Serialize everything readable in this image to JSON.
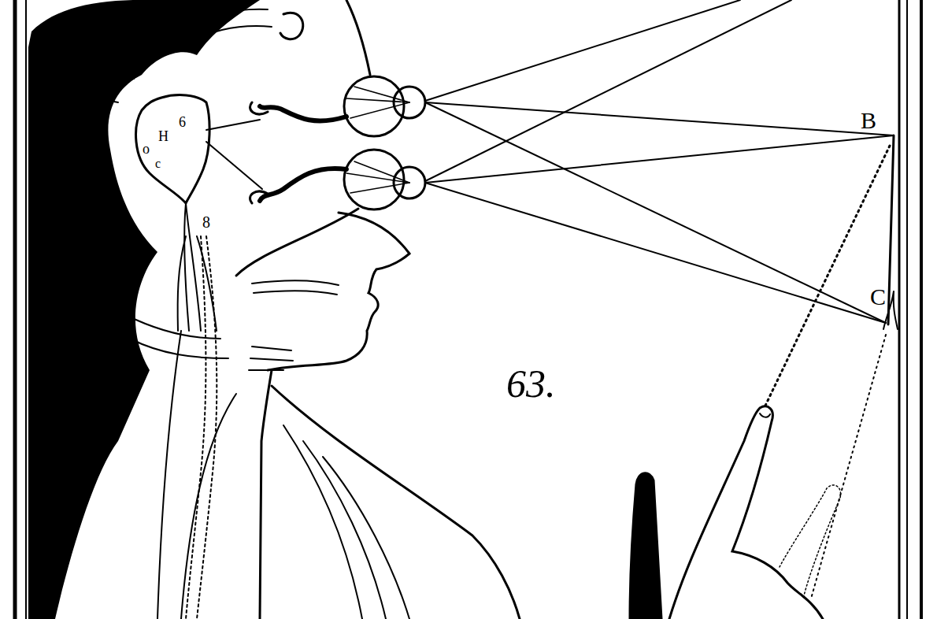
{
  "diagram": {
    "labels": [
      "B",
      "C",
      "63.",
      "o",
      "H",
      "6",
      "c",
      "8"
    ]
  }
}
